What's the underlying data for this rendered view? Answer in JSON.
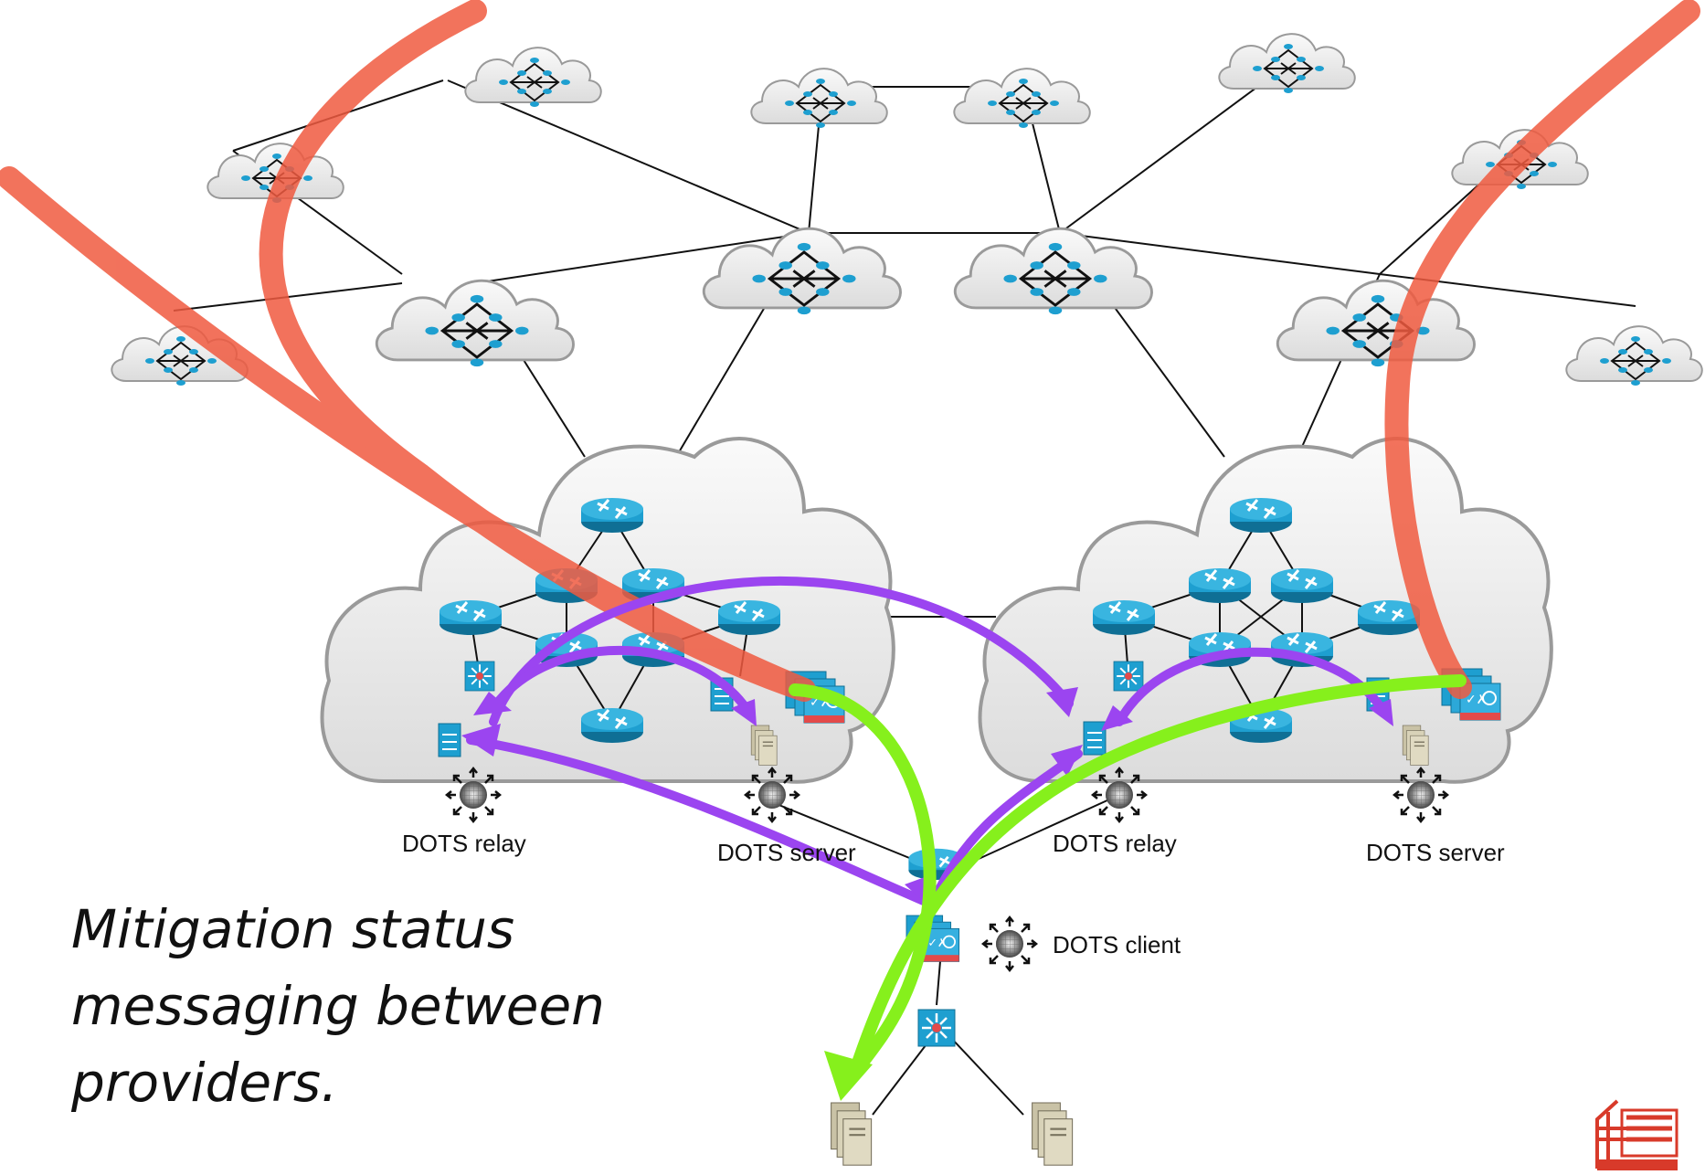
{
  "labels": {
    "relay_left": "DOTS relay",
    "server_left": "DOTS server",
    "relay_right": "DOTS relay",
    "server_right": "DOTS server",
    "client": "DOTS client"
  },
  "caption": {
    "line1": "Mitigation status",
    "line2": "messaging between",
    "line3": "providers."
  },
  "colors": {
    "attack": "#f05a40",
    "dots_signal": "#9b45f0",
    "mitigation": "#86f01c",
    "router": "#1e9fd0",
    "cloud_fill": "#eeeeee",
    "cloud_stroke": "#9a9a9a"
  },
  "icons": {
    "router": "router-icon",
    "switch": "layer3-switch-icon",
    "server": "server-icon",
    "firewall": "firewall-icon",
    "scrubber": "mitigation-appliance-icon",
    "dots_agent": "dots-agent-icon",
    "logo": "ietf-yokohama-logo-icon"
  }
}
